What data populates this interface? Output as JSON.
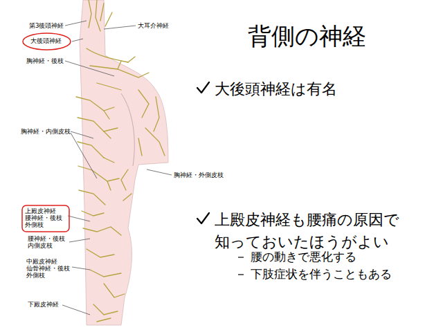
{
  "diagram": {
    "title": "背側の神経",
    "nodes": [
      {
        "text": [
          "大後頭神経"
        ]
      },
      {
        "text": [
          "上殿皮神経 腰神経・後枝 外側枝"
        ]
      }
    ],
    "labels": [
      "第3後頭神経",
      "大耳介神経",
      "胸神経・後枝",
      "胸神経・内側皮枝",
      "胸神経・外側皮枝",
      "腰神経・後枝 内側皮枝",
      "中殿皮神経 仙骨神経・後枝 外側枝",
      "下殿皮神経",
      "大後頭神経は有名",
      "上殿皮神経も腰痛の原因で知っておいたほうがよい",
      "腰の動きで悪化する",
      "下肢症状を伴うこともある"
    ]
  }
}
